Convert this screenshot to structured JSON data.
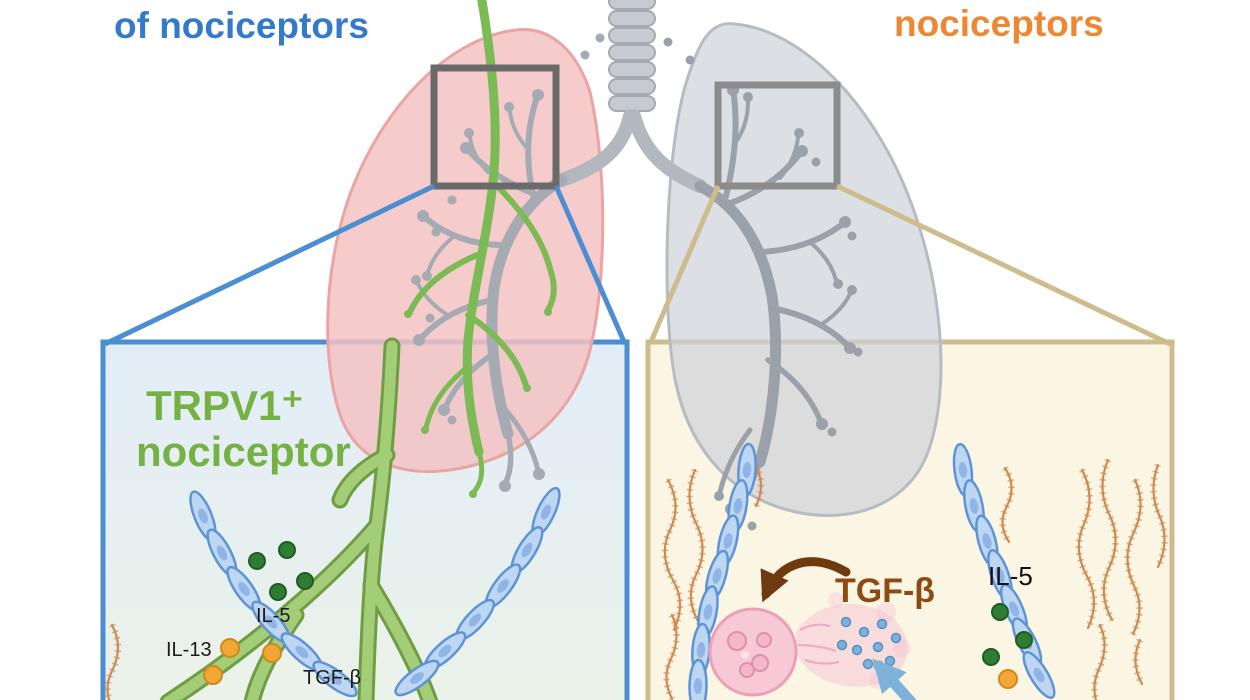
{
  "captions": {
    "left": "of nociceptors",
    "right": "nociceptors"
  },
  "left_panel": {
    "title_line1": "TRPV1⁺",
    "title_line2": "nociceptor",
    "labels": {
      "il5": "IL-5",
      "il13": "IL-13",
      "tgfb": "TGF-β"
    }
  },
  "right_panel": {
    "labels": {
      "tgfb": "TGF-β",
      "il5": "IL-5"
    }
  },
  "colors": {
    "caption_left_blue": "#3579cb",
    "caption_right_orange": "#ed8733",
    "left_panel_border": "#4b8ed2",
    "right_panel_border": "#cdbd8c",
    "nociceptor_green": "#76b143",
    "tgfb_brown": "#8f4a12",
    "il5_dot_green": "#2e7d32",
    "il13_dot_orange": "#f2a735",
    "lung_pink": "#f5c2c2",
    "lung_gray": "#cdd1d7",
    "collagen_orange": "#cf8a52",
    "epithelium_blue": "#bdd7f3",
    "mast_cell_pink": "#f7c9d6"
  }
}
